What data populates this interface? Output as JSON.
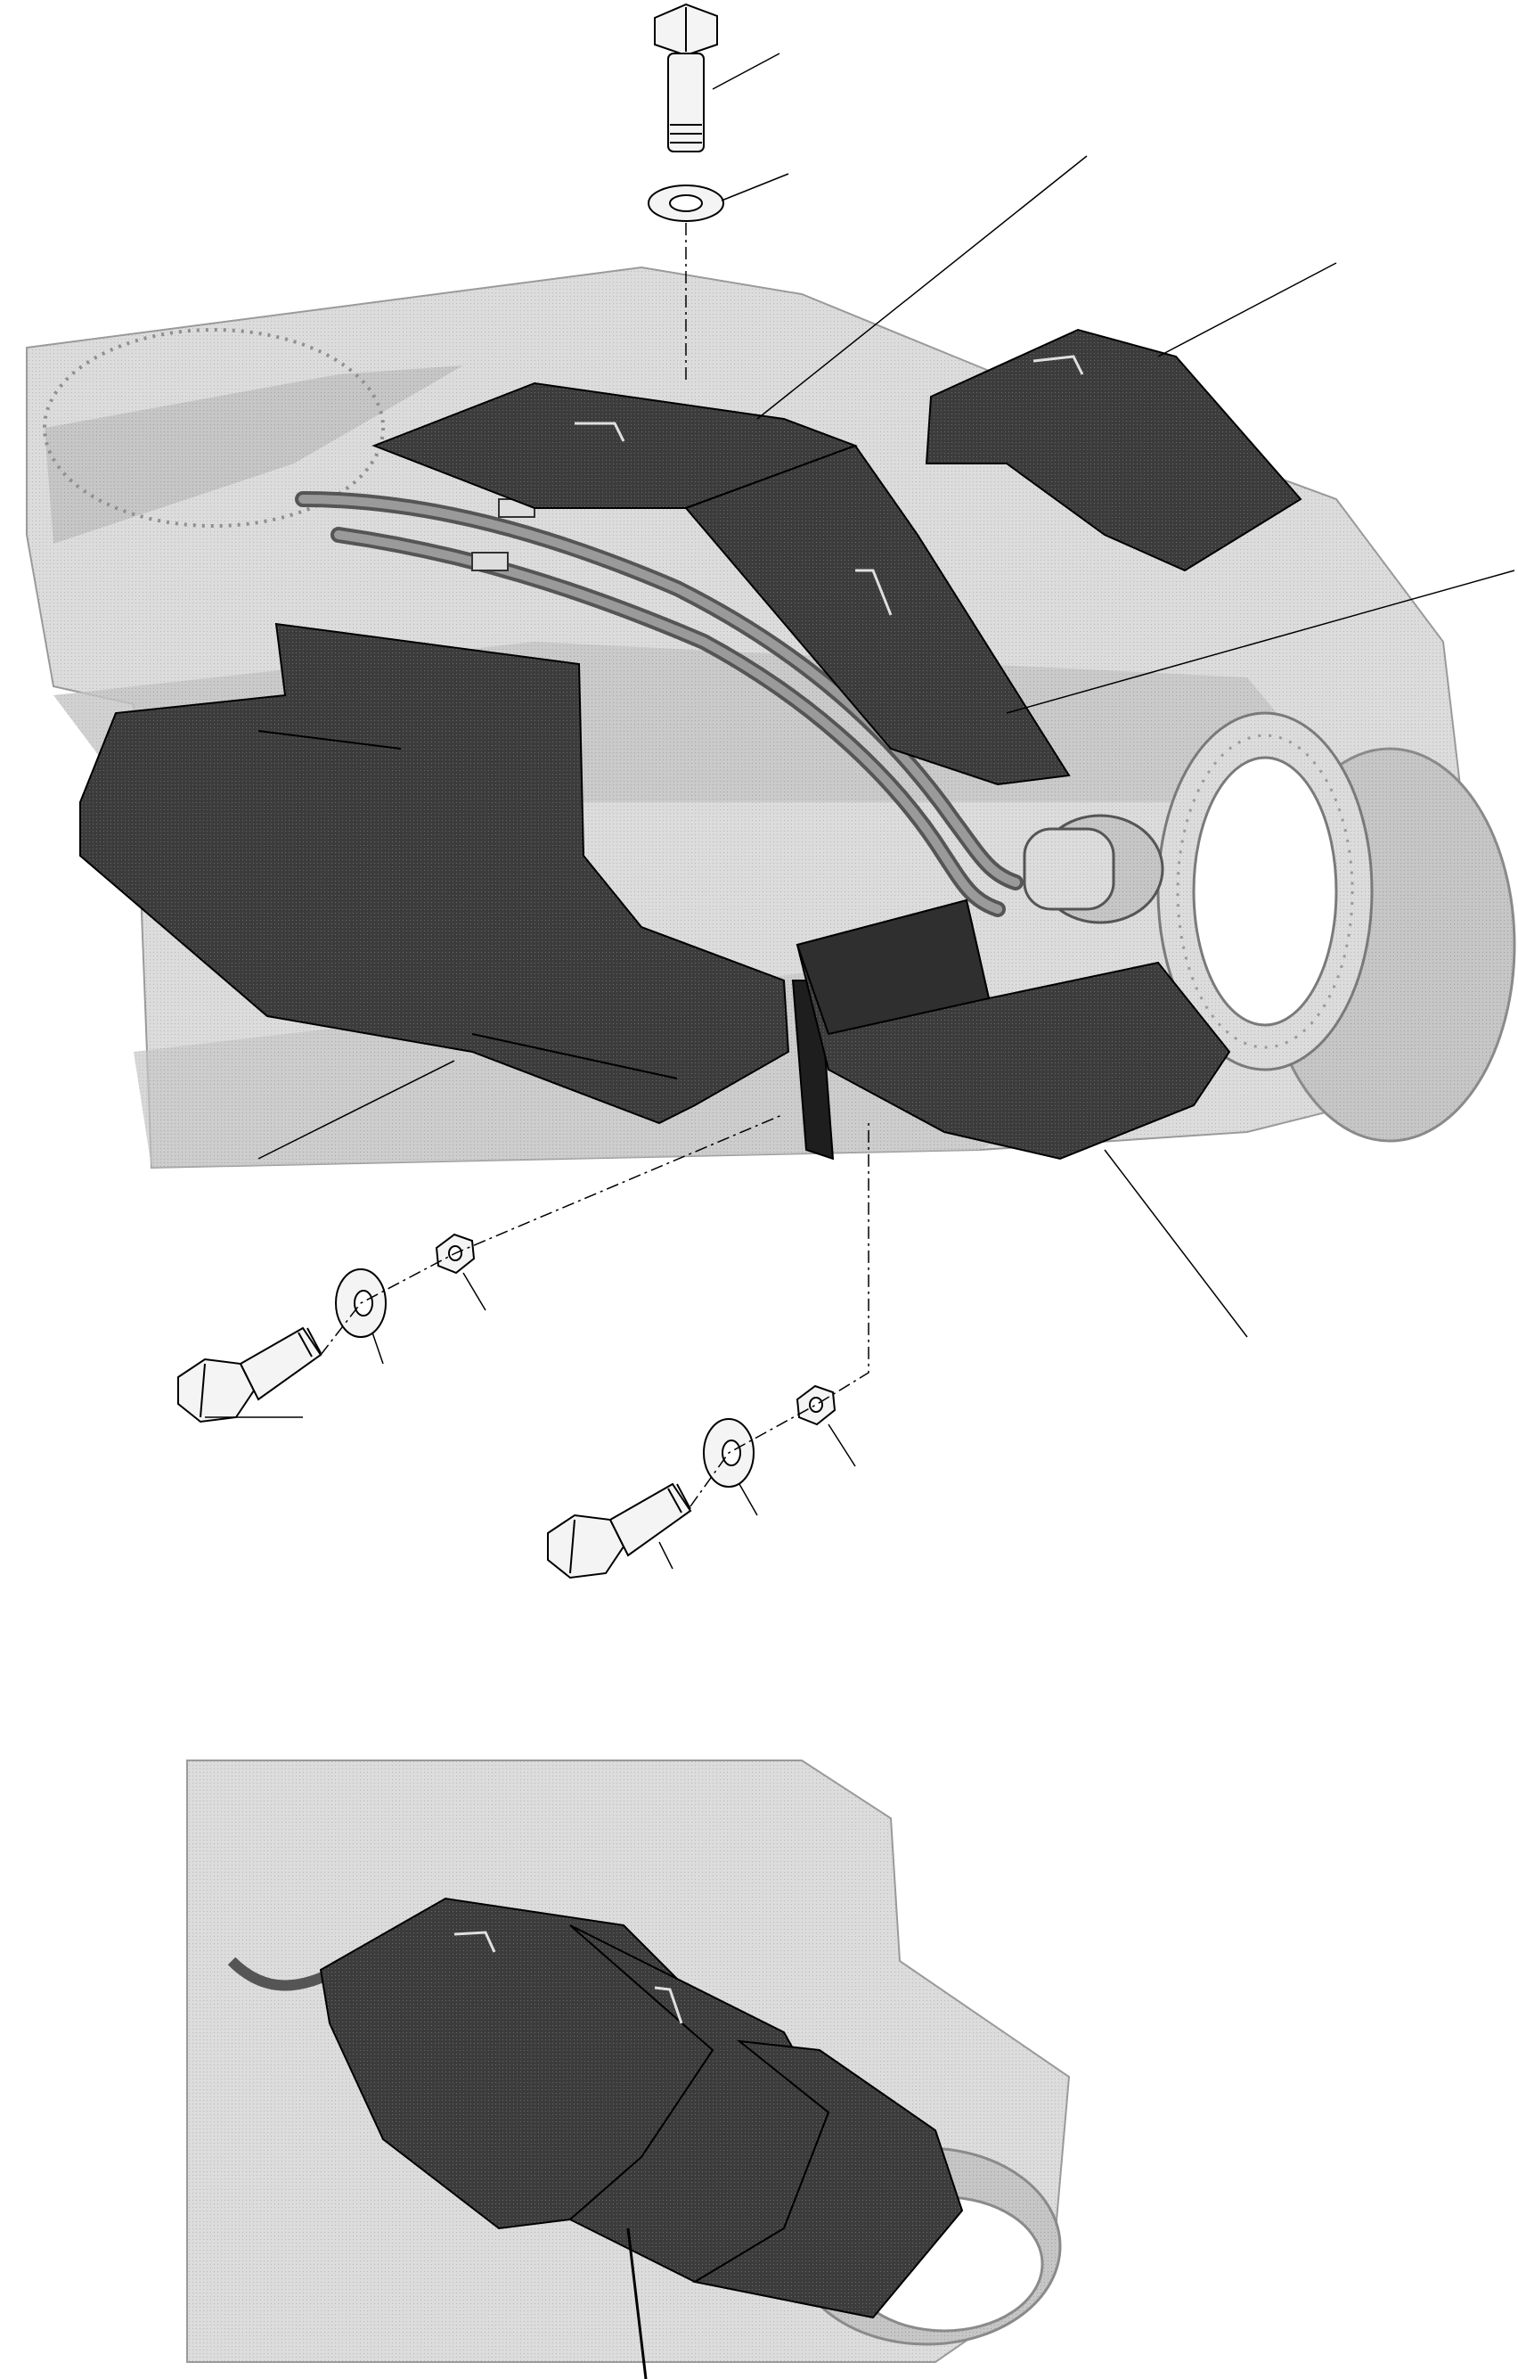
{
  "colors": {
    "background": "#ffffff",
    "frame_light": "#d9d9d9",
    "frame_mid": "#bdbdbd",
    "shield_dark": "#3a3a3a",
    "shield_mid": "#555555",
    "hardware": "#f4f4f4",
    "line": "#000000"
  },
  "parts": [
    "top-bolt",
    "top-washer",
    "top-center-shield",
    "upper-right-shield",
    "center-guard",
    "front-left-shield",
    "lower-right-shield",
    "left-bolt",
    "left-washer",
    "left-nut",
    "right-bolt",
    "right-washer",
    "right-nut",
    "assembled-guard"
  ]
}
